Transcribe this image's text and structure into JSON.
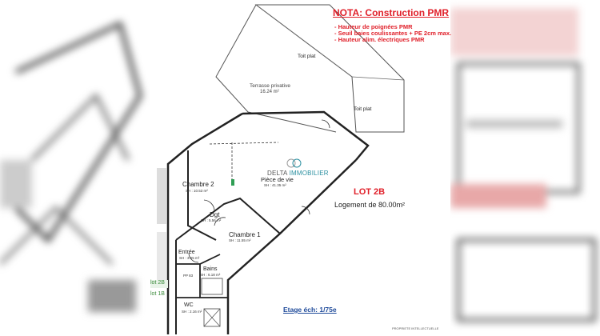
{
  "nota": {
    "title": "NOTA: Construction PMR",
    "lines": [
      "- Hauteur de poignées PMR",
      "- Seuil baies coulissantes + PE 2cm max.",
      "- Hauteur alim. électriques PMR"
    ]
  },
  "lot": {
    "title": "LOT 2B",
    "surface": "Logement de 80.00m²"
  },
  "scale": "Etage éch: 1/75e",
  "copyright": "PROPRIETE INTELLECTUELLE",
  "logo": {
    "part1": "DELTA ",
    "part2": "IMMOBILIER"
  },
  "rooms": {
    "toit_plat_1": "Toit plat",
    "toit_plat_2": "Toit plat",
    "terrasse": {
      "name": "Terrasse privative",
      "area": "16.24 m²"
    },
    "chambre2": {
      "name": "Chambre 2",
      "area": "SH : 10.53 m²"
    },
    "piece_vie": {
      "name": "Pièce de vie",
      "area": "SH : 41.35 m²"
    },
    "dgt": {
      "name": "Dgt",
      "area": "SH : 5.56 m²"
    },
    "chambre1": {
      "name": "Chambre 1",
      "area": "SH : 11.55 m²"
    },
    "entree": {
      "name": "Entrée",
      "area": "SH : 3.65 m²"
    },
    "bains": {
      "name": "Bains",
      "area": "SH : 6.18 m²"
    },
    "wc": {
      "name": "WC",
      "area": "SH : 2.16 m²"
    },
    "pp": "PP 83"
  },
  "edge": {
    "lot2b": "lot 2B",
    "lot1b": "lot 1B"
  },
  "colors": {
    "accent_red": "#e0202a",
    "scale_blue": "#1e4a9a",
    "logo_teal": "#2a8fa0"
  }
}
